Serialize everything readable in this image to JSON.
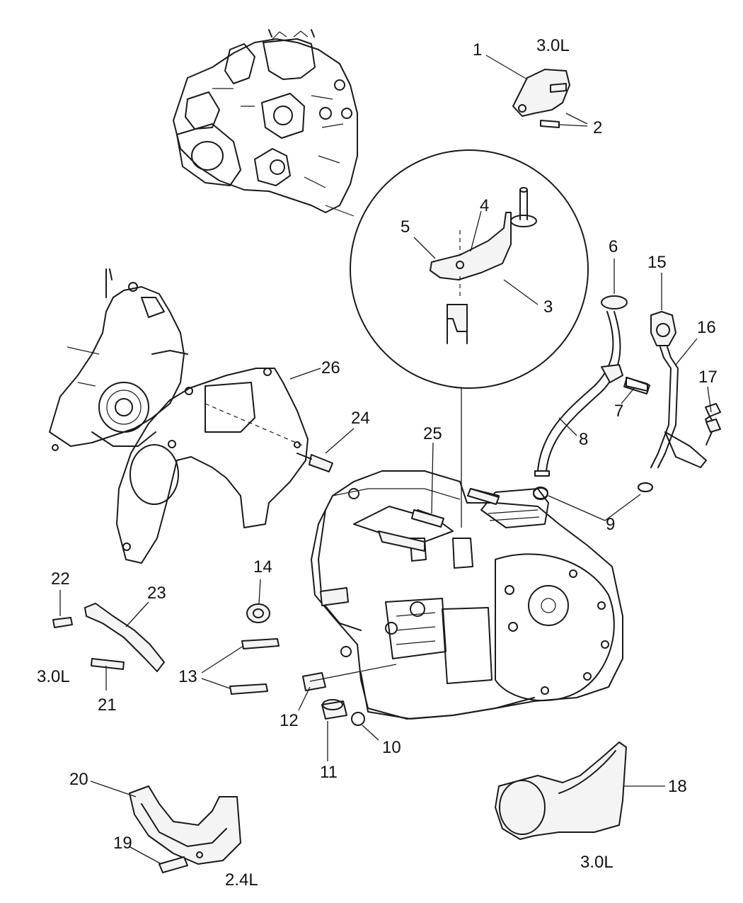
{
  "diagram": {
    "callouts": [
      {
        "id": "1",
        "label": "1"
      },
      {
        "id": "2",
        "label": "2"
      },
      {
        "id": "3",
        "label": "3"
      },
      {
        "id": "4",
        "label": "4"
      },
      {
        "id": "5",
        "label": "5"
      },
      {
        "id": "6",
        "label": "6"
      },
      {
        "id": "7",
        "label": "7"
      },
      {
        "id": "8",
        "label": "8"
      },
      {
        "id": "9a",
        "label": "9"
      },
      {
        "id": "9b",
        "label": "9"
      },
      {
        "id": "10",
        "label": "10"
      },
      {
        "id": "11",
        "label": "11"
      },
      {
        "id": "12",
        "label": "12"
      },
      {
        "id": "13",
        "label": "13"
      },
      {
        "id": "14",
        "label": "14"
      },
      {
        "id": "15",
        "label": "15"
      },
      {
        "id": "16",
        "label": "16"
      },
      {
        "id": "17",
        "label": "17"
      },
      {
        "id": "18",
        "label": "18"
      },
      {
        "id": "19",
        "label": "19"
      },
      {
        "id": "20",
        "label": "20"
      },
      {
        "id": "21",
        "label": "21"
      },
      {
        "id": "22",
        "label": "22"
      },
      {
        "id": "23",
        "label": "23"
      },
      {
        "id": "24",
        "label": "24"
      },
      {
        "id": "25",
        "label": "25"
      },
      {
        "id": "26",
        "label": "26"
      }
    ],
    "engine_labels": {
      "top_right": "3.0L",
      "left": "3.0L",
      "bottom_right": "3.0L",
      "bottom_left": "2.4L"
    }
  }
}
